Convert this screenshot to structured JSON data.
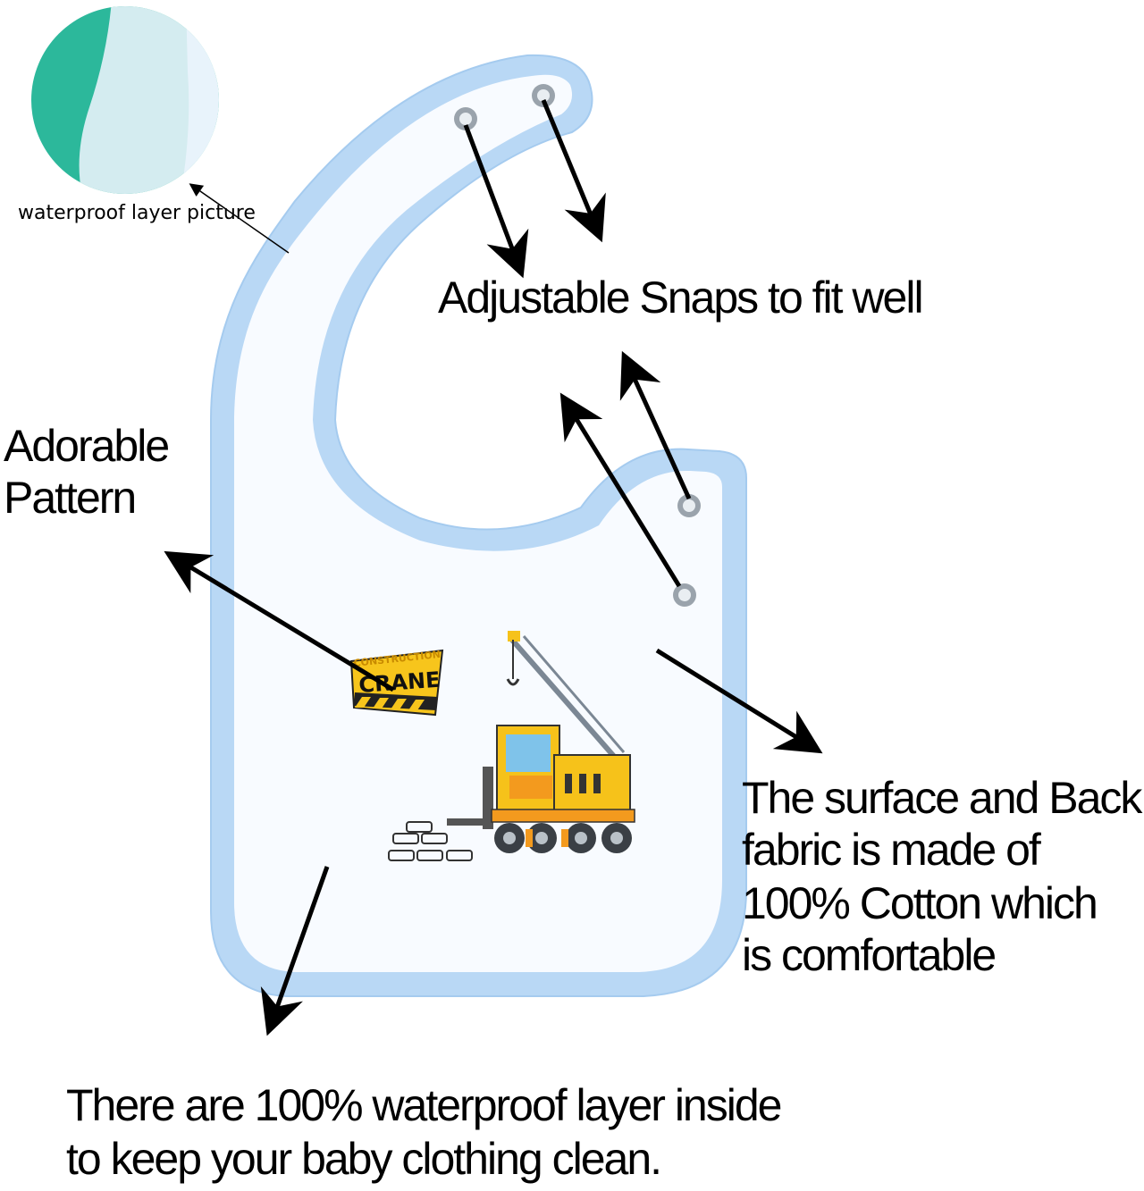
{
  "labels": {
    "waterproof_picture": "waterproof layer picture",
    "snaps": "Adjustable Snaps to fit well",
    "pattern_line1": "Adorable",
    "pattern_line2": "Pattern",
    "fabric_lines": [
      "The surface and Back",
      "fabric is made of",
      "100% Cotton which",
      "is comfortable"
    ],
    "waterproof_lines": [
      "There are 100% waterproof layer inside",
      "to keep your baby clothing  clean."
    ]
  },
  "sign": {
    "line1": "CONSTRUCTION",
    "line2": "CRANE"
  },
  "colors": {
    "binding": "#b9d8f5",
    "fabric": "#f8fbff",
    "swatch_green": "#2cb89b",
    "swatch_light": "#d4ecf0",
    "sign_yellow": "#f7c51c",
    "crane_yellow": "#f6c21a",
    "crane_orange": "#f39a1e"
  },
  "icons": [
    "arrow-icon",
    "snap-button-icon",
    "crane-truck-icon",
    "construction-sign-icon",
    "bricks-icon"
  ]
}
